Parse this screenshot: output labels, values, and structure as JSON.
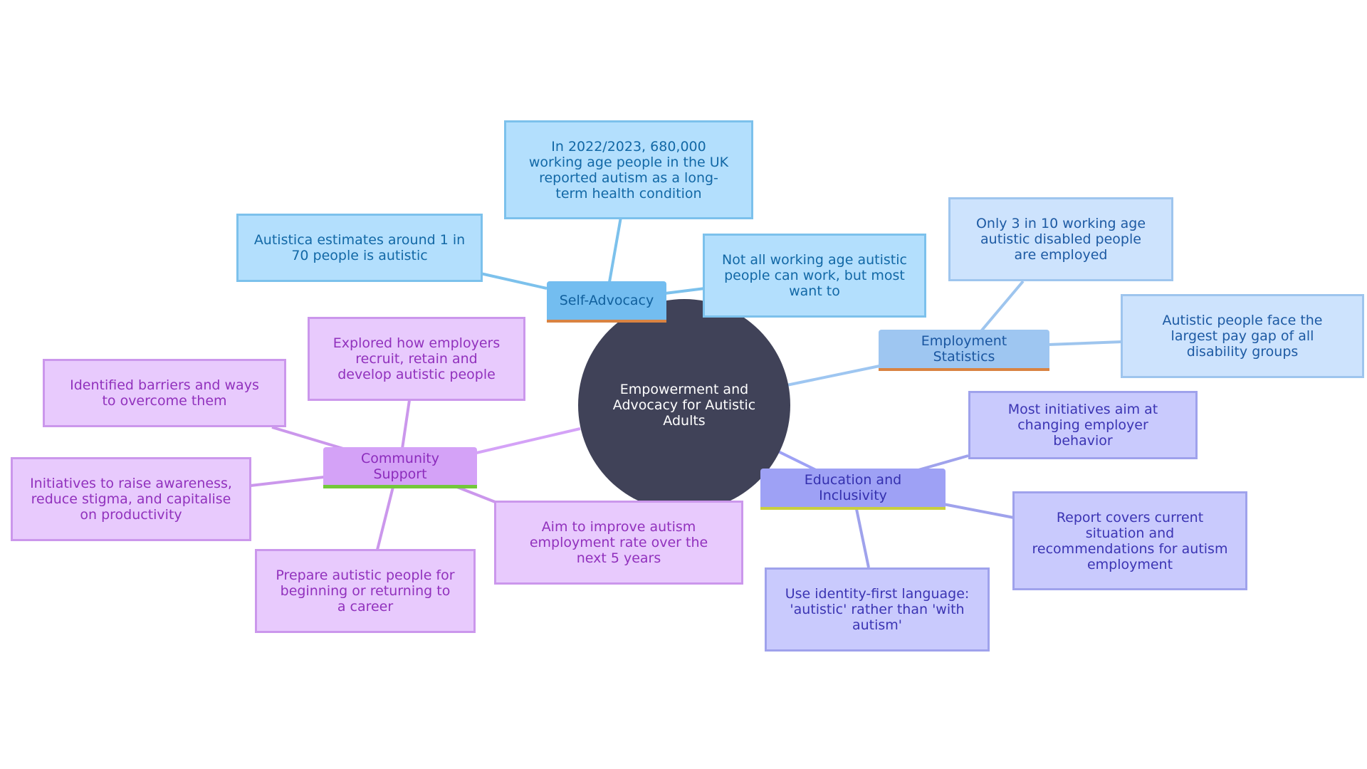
{
  "center": {
    "label": "Empowerment and Advocacy for Autistic Adults"
  },
  "colors": {
    "center_fill": "#404258",
    "self_advocacy": "#73bdf0",
    "employment_statistics": "#9ec6f1",
    "education_inclusivity": "#9ea1f5",
    "community_support": "#d4a2f7"
  },
  "branches": {
    "self_advocacy": {
      "label": "Self-Advocacy",
      "leaves": [
        "Autistica estimates around 1 in 70 people is autistic",
        "In 2022/2023, 680,000 working age people in the UK reported autism as a long-term health condition",
        "Not all working age autistic people can work, but most want to"
      ]
    },
    "employment_statistics": {
      "label": "Employment Statistics",
      "leaves": [
        "Only 3 in 10 working age autistic disabled people are employed",
        "Autistic people face the largest pay gap of all disability groups"
      ]
    },
    "education_inclusivity": {
      "label": "Education and Inclusivity",
      "leaves": [
        "Most initiatives aim at changing employer behavior",
        "Report covers current situation and recommendations for autism employment",
        "Use identity-first language: 'autistic' rather than 'with autism'"
      ]
    },
    "community_support": {
      "label": "Community Support",
      "leaves": [
        "Explored how employers recruit, retain and develop autistic people",
        "Identified barriers and ways to overcome them",
        "Initiatives to raise awareness, reduce stigma, and capitalise on productivity",
        "Prepare autistic people for beginning or returning to a career",
        "Aim to improve autism employment rate over the next 5 years"
      ]
    }
  }
}
